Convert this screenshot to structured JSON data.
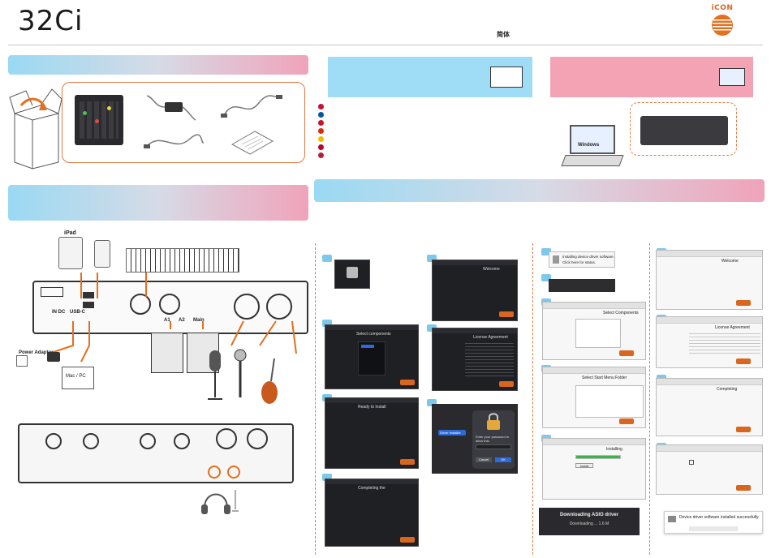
{
  "title": "32Ci",
  "header_text": "简体",
  "logo_text": "iCON",
  "colors": {
    "accent": "#e07b45",
    "blue": "#9fdcf6",
    "pink": "#f4a3b5"
  },
  "diagram": {
    "ipad_label": "iPad",
    "usbc_label": "USB-C",
    "power_label": "Power Adaptor",
    "macpc_label": "Mac / PC",
    "in_dc_label": "IN DC",
    "a1_label": "A1",
    "a2_label": "A2",
    "main_label": "Main"
  },
  "laptop_label": "Windows",
  "mac_dialogs": {
    "welcome": "Welcome",
    "select_components": "Select components",
    "license": "License Agreement",
    "ready": "Ready to Install",
    "completing": "Completing the",
    "asio_btn": "Driver Installer",
    "password_prompt": "Enter your password to allow this.",
    "cancel": "Cancel",
    "ok": "OK"
  },
  "win_dialogs": {
    "notification": "Installing device driver software",
    "notification_sub": "Click here for status.",
    "welcome": "Welcome",
    "license": "License Agreement",
    "select": "Select Components",
    "location": "Select Start Menu Folder",
    "installing": "Installing",
    "install_btn": "Install",
    "finish": "Completing",
    "downloading_title": "Downloading ASIO driver",
    "downloading_sub": "Downloading ... 1.6 M",
    "success_msg": "Device driver software installed successfully."
  }
}
